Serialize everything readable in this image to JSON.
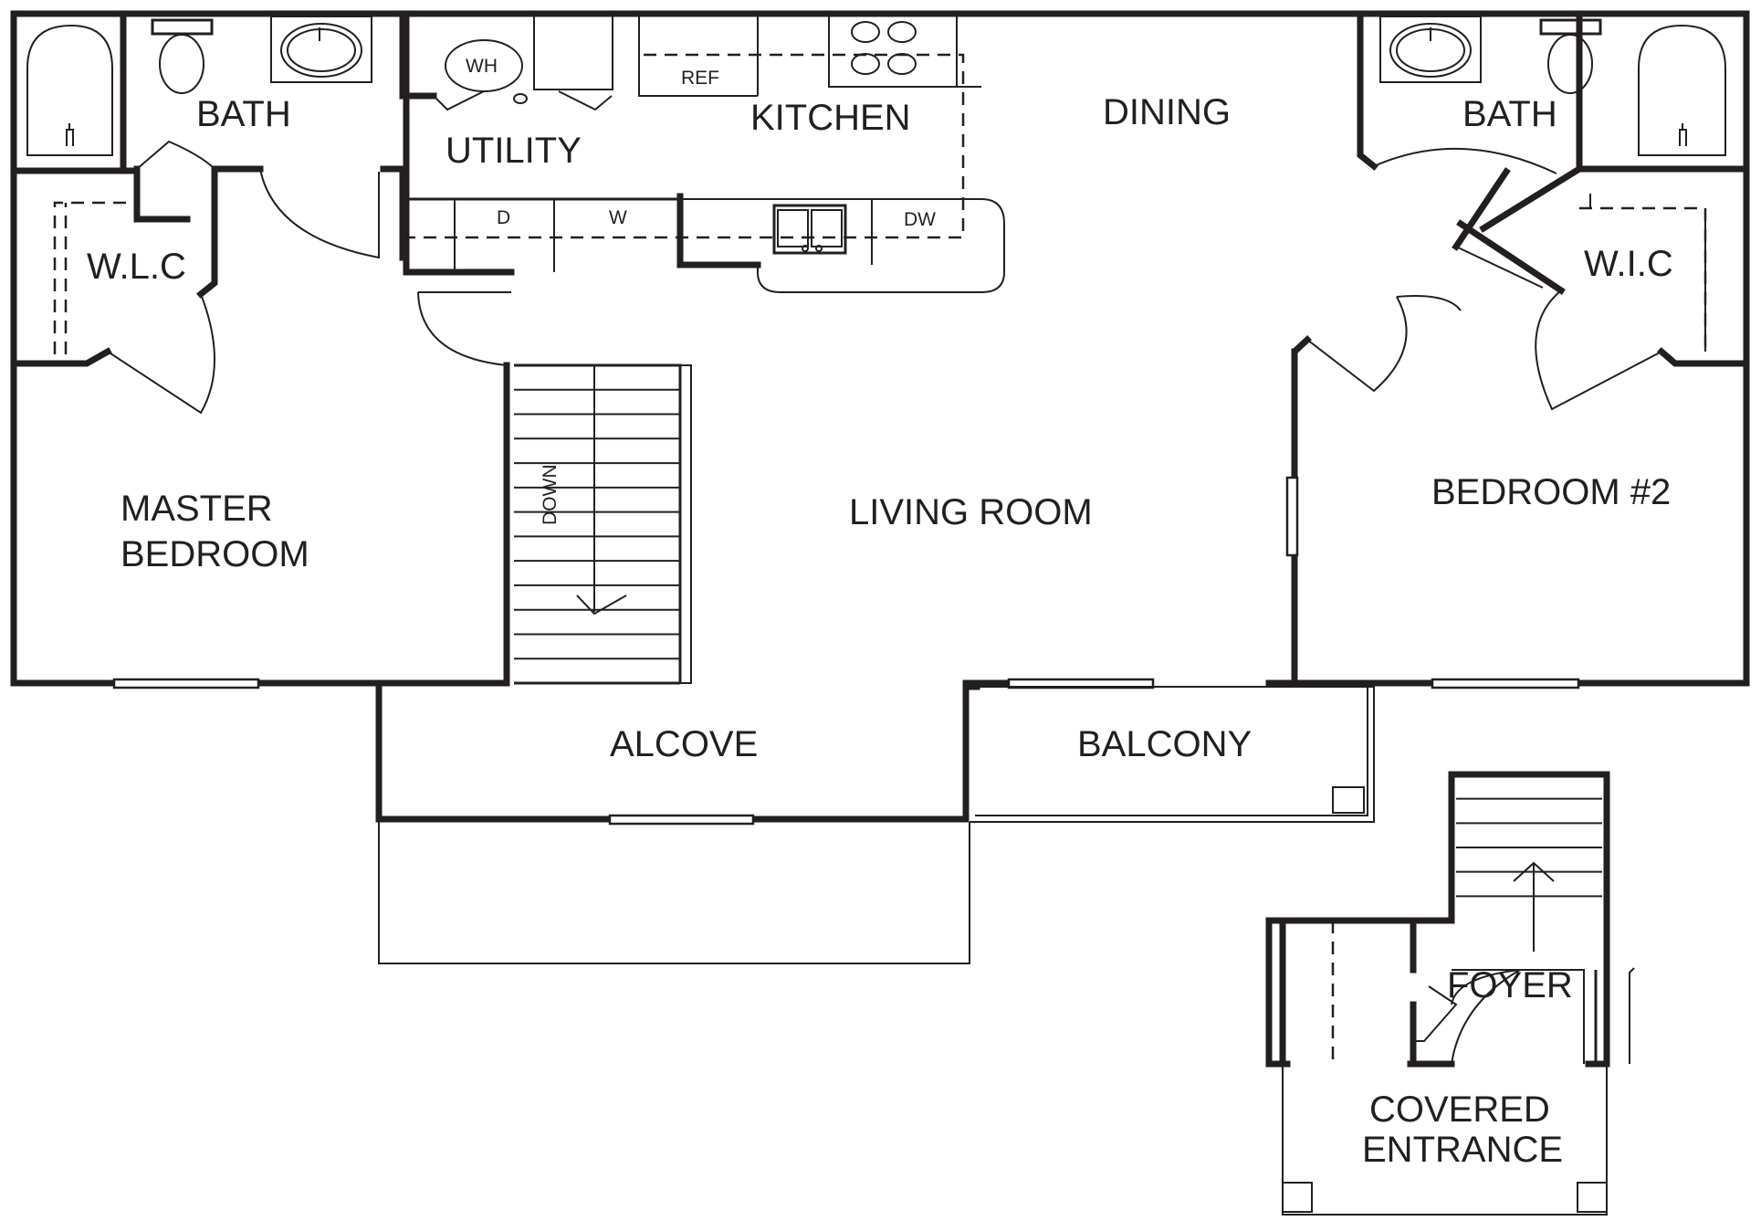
{
  "rooms": {
    "bath_left": "BATH",
    "utility": "UTILITY",
    "kitchen": "KITCHEN",
    "dining": "DINING",
    "bath_right": "BATH",
    "wlc": "W.L.C",
    "wic": "W.I.C",
    "master_bedroom_line1": "MASTER",
    "master_bedroom_line2": "BEDROOM",
    "living_room": "LIVING ROOM",
    "bedroom2": "BEDROOM #2",
    "alcove": "ALCOVE",
    "balcony": "BALCONY",
    "foyer": "FOYER",
    "covered_entrance_line1": "COVERED",
    "covered_entrance_line2": "ENTRANCE"
  },
  "fixtures": {
    "water_heater": "WH",
    "refrigerator": "REF",
    "dryer": "D",
    "washer": "W",
    "dishwasher": "DW",
    "stairs_down": "DOWN"
  }
}
